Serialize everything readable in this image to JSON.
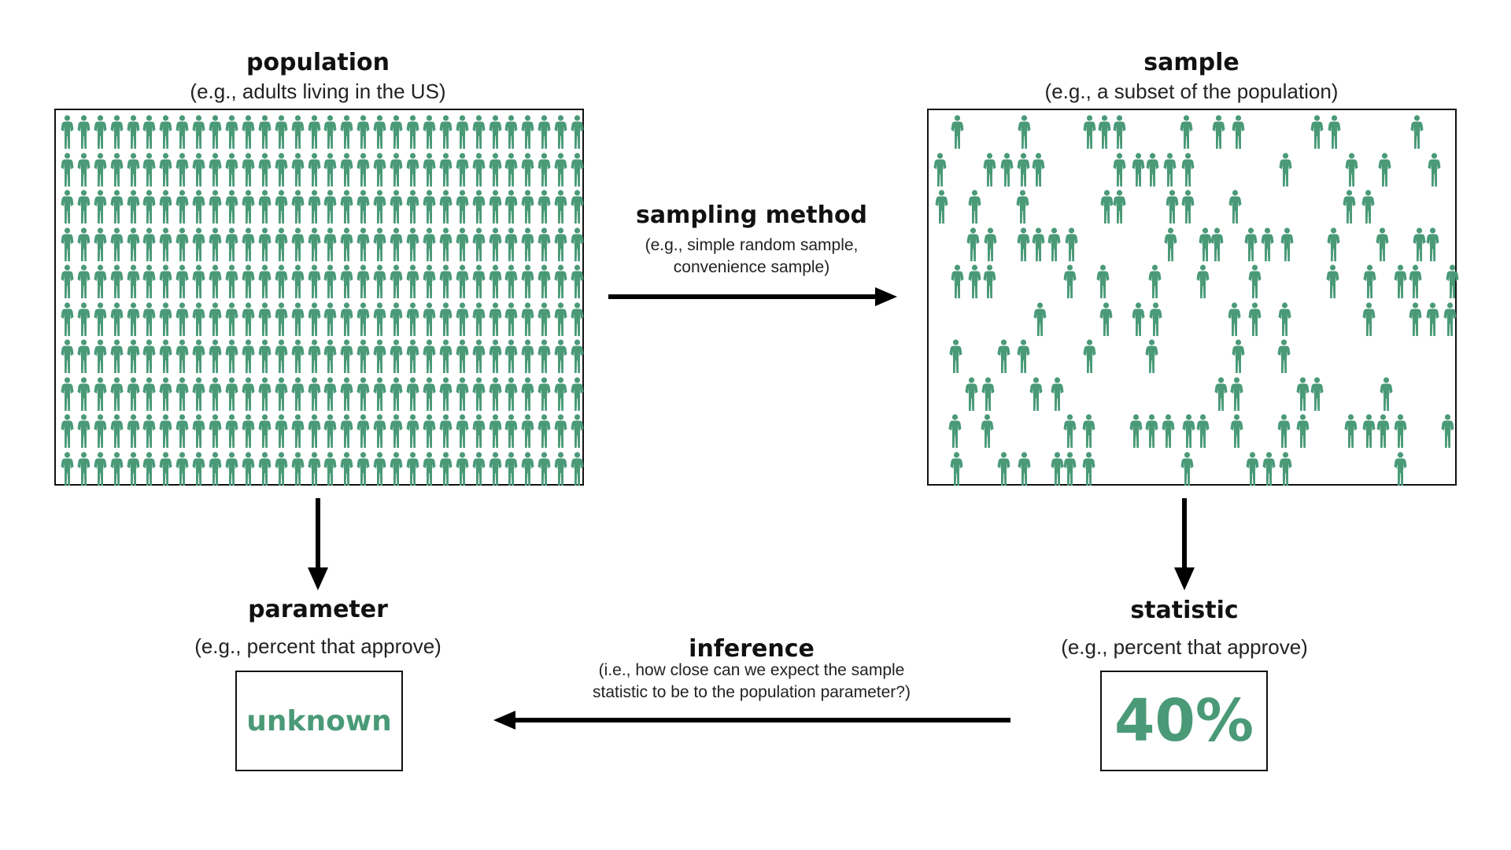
{
  "population": {
    "title": "population",
    "subtitle": "(e.g., adults living in the US)"
  },
  "sample": {
    "title": "sample",
    "subtitle": "(e.g., a subset of the population)"
  },
  "sampling": {
    "title": "sampling method",
    "line1": "(e.g., simple random sample,",
    "line2": "convenience sample)"
  },
  "parameter": {
    "title": "parameter",
    "subtitle": "(e.g., percent that approve)",
    "value": "unknown"
  },
  "statistic": {
    "title": "statistic",
    "subtitle": "(e.g., percent that approve)",
    "value": "40%"
  },
  "inference": {
    "title": "inference",
    "line1": "(i.e., how close can we expect the sample",
    "line2": "statistic to be to the population parameter?)"
  },
  "colors": {
    "figure": "#4a9a78",
    "text": "#111111"
  },
  "grid": {
    "columns": 32,
    "rows": 10,
    "sample_fraction": 0.4
  }
}
